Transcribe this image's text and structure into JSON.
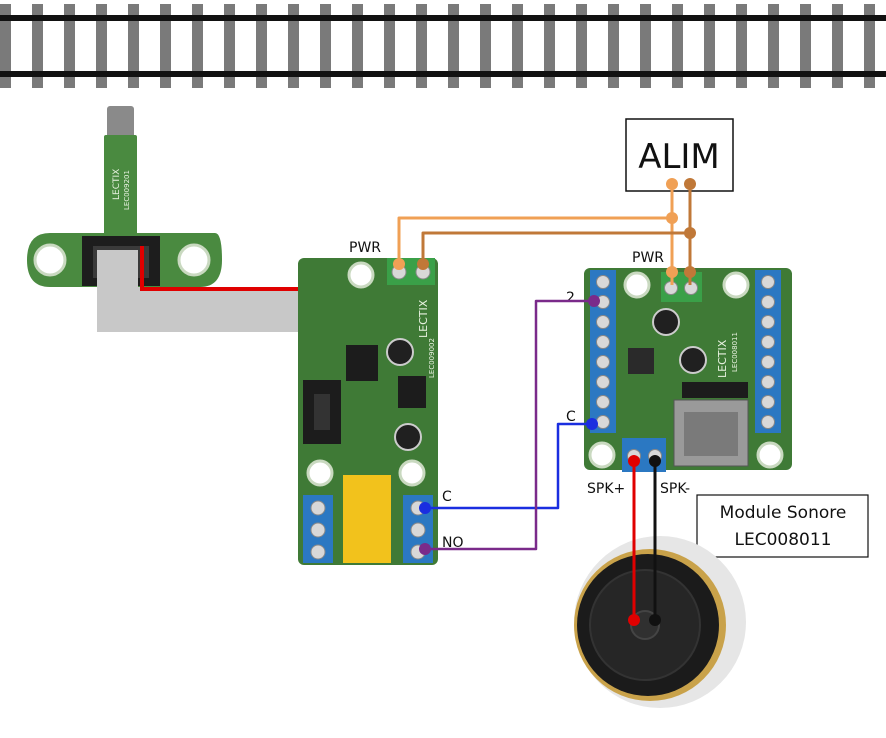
{
  "power_supply": {
    "label": "ALIM"
  },
  "detector_board": {
    "pwr_label": "PWR",
    "brand": "LECTIX",
    "ref": "LEC009002",
    "terminal_c_label": "C",
    "terminal_no_label": "NO"
  },
  "ir_sensor": {
    "brand": "LECTIX",
    "ref": "LEC009201"
  },
  "sound_module": {
    "pwr_label": "PWR",
    "brand": "LECTIX",
    "ref": "LEC008011",
    "input_2_label": "2",
    "input_c_label": "C",
    "spk_plus_label": "SPK+",
    "spk_minus_label": "SPK-",
    "caption_line1": "Module Sonore",
    "caption_line2": "LEC008011"
  },
  "colors": {
    "wire_orange_light": "#f0a055",
    "wire_orange_dark": "#c07838",
    "wire_purple": "#7a2a8a",
    "wire_blue": "#1a2ee0",
    "wire_red": "#e00000",
    "wire_black": "#111111",
    "pcb_green": "#3f7a36",
    "terminal_blue": "#2b78c2",
    "terminal_green": "#3aa048",
    "relay_yellow": "#f2c21c"
  }
}
